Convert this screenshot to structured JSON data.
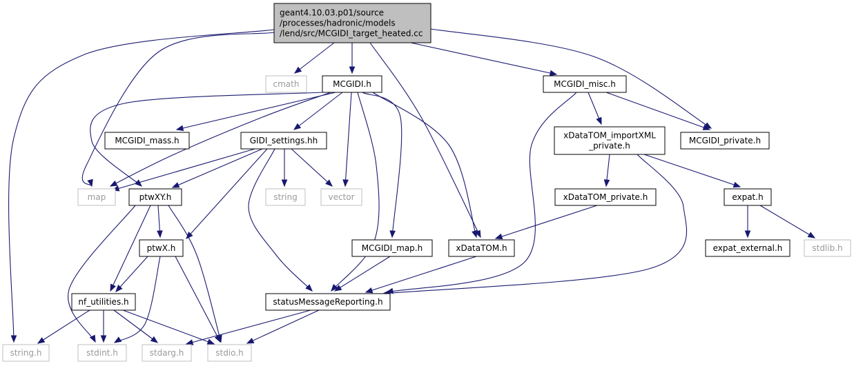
{
  "graph": {
    "edge_color": "#191970",
    "root_fill": "#bfbfbf",
    "external_border": "#bfbfbf",
    "nodes": [
      {
        "id": "root",
        "lines": [
          "geant4.10.03.p01/source",
          "/processes/hadronic/models",
          "/lend/src/MCGIDI_target_heated.cc"
        ],
        "kind": "root"
      },
      {
        "id": "cmath",
        "lines": [
          "cmath"
        ],
        "kind": "external"
      },
      {
        "id": "MCGIDI_h",
        "lines": [
          "MCGIDI.h"
        ],
        "kind": "file"
      },
      {
        "id": "MCGIDI_misc_h",
        "lines": [
          "MCGIDI_misc.h"
        ],
        "kind": "file"
      },
      {
        "id": "MCGIDI_mass_h",
        "lines": [
          "MCGIDI_mass.h"
        ],
        "kind": "file"
      },
      {
        "id": "GIDI_settings_hh",
        "lines": [
          "GIDI_settings.hh"
        ],
        "kind": "file"
      },
      {
        "id": "xDataTOM_importXML_private_h",
        "lines": [
          "xDataTOM_importXML",
          "_private.h"
        ],
        "kind": "file"
      },
      {
        "id": "MCGIDI_private_h",
        "lines": [
          "MCGIDI_private.h"
        ],
        "kind": "file"
      },
      {
        "id": "map",
        "lines": [
          "map"
        ],
        "kind": "external"
      },
      {
        "id": "ptwXY_h",
        "lines": [
          "ptwXY.h"
        ],
        "kind": "file"
      },
      {
        "id": "string",
        "lines": [
          "string"
        ],
        "kind": "external"
      },
      {
        "id": "vector",
        "lines": [
          "vector"
        ],
        "kind": "external"
      },
      {
        "id": "xDataTOM_private_h",
        "lines": [
          "xDataTOM_private.h"
        ],
        "kind": "file"
      },
      {
        "id": "expat_h",
        "lines": [
          "expat.h"
        ],
        "kind": "file"
      },
      {
        "id": "ptwX_h",
        "lines": [
          "ptwX.h"
        ],
        "kind": "file"
      },
      {
        "id": "MCGIDI_map_h",
        "lines": [
          "MCGIDI_map.h"
        ],
        "kind": "file"
      },
      {
        "id": "xDataTOM_h",
        "lines": [
          "xDataTOM.h"
        ],
        "kind": "file"
      },
      {
        "id": "expat_external_h",
        "lines": [
          "expat_external.h"
        ],
        "kind": "file"
      },
      {
        "id": "stdlib_h",
        "lines": [
          "stdlib.h"
        ],
        "kind": "external"
      },
      {
        "id": "nf_utilities_h",
        "lines": [
          "nf_utilities.h"
        ],
        "kind": "file"
      },
      {
        "id": "statusMessageReporting_h",
        "lines": [
          "statusMessageReporting.h"
        ],
        "kind": "file"
      },
      {
        "id": "string_h",
        "lines": [
          "string.h"
        ],
        "kind": "external"
      },
      {
        "id": "stdint_h",
        "lines": [
          "stdint.h"
        ],
        "kind": "external"
      },
      {
        "id": "stdarg_h",
        "lines": [
          "stdarg.h"
        ],
        "kind": "external"
      },
      {
        "id": "stdio_h",
        "lines": [
          "stdio.h"
        ],
        "kind": "external"
      }
    ],
    "edges": [
      [
        "root",
        "cmath"
      ],
      [
        "root",
        "MCGIDI_h"
      ],
      [
        "root",
        "MCGIDI_misc_h"
      ],
      [
        "root",
        "MCGIDI_private_h"
      ],
      [
        "root",
        "map"
      ],
      [
        "root",
        "xDataTOM_h"
      ],
      [
        "root",
        "string_h"
      ],
      [
        "MCGIDI_h",
        "MCGIDI_mass_h"
      ],
      [
        "MCGIDI_h",
        "GIDI_settings_hh"
      ],
      [
        "MCGIDI_h",
        "map"
      ],
      [
        "MCGIDI_h",
        "ptwXY_h"
      ],
      [
        "MCGIDI_h",
        "vector"
      ],
      [
        "MCGIDI_h",
        "MCGIDI_map_h"
      ],
      [
        "MCGIDI_h",
        "xDataTOM_h"
      ],
      [
        "MCGIDI_h",
        "statusMessageReporting_h"
      ],
      [
        "MCGIDI_misc_h",
        "xDataTOM_importXML_private_h"
      ],
      [
        "MCGIDI_misc_h",
        "MCGIDI_private_h"
      ],
      [
        "MCGIDI_misc_h",
        "statusMessageReporting_h"
      ],
      [
        "GIDI_settings_hh",
        "map"
      ],
      [
        "GIDI_settings_hh",
        "ptwXY_h"
      ],
      [
        "GIDI_settings_hh",
        "string"
      ],
      [
        "GIDI_settings_hh",
        "vector"
      ],
      [
        "GIDI_settings_hh",
        "ptwX_h"
      ],
      [
        "GIDI_settings_hh",
        "statusMessageReporting_h"
      ],
      [
        "xDataTOM_importXML_private_h",
        "xDataTOM_private_h"
      ],
      [
        "xDataTOM_importXML_private_h",
        "expat_h"
      ],
      [
        "xDataTOM_importXML_private_h",
        "statusMessageReporting_h"
      ],
      [
        "ptwXY_h",
        "ptwX_h"
      ],
      [
        "ptwXY_h",
        "nf_utilities_h"
      ],
      [
        "ptwXY_h",
        "stdint_h"
      ],
      [
        "ptwXY_h",
        "stdio_h"
      ],
      [
        "xDataTOM_private_h",
        "xDataTOM_h"
      ],
      [
        "expat_h",
        "expat_external_h"
      ],
      [
        "expat_h",
        "stdlib_h"
      ],
      [
        "ptwX_h",
        "nf_utilities_h"
      ],
      [
        "ptwX_h",
        "stdint_h"
      ],
      [
        "ptwX_h",
        "stdio_h"
      ],
      [
        "MCGIDI_map_h",
        "statusMessageReporting_h"
      ],
      [
        "xDataTOM_h",
        "statusMessageReporting_h"
      ],
      [
        "nf_utilities_h",
        "string_h"
      ],
      [
        "nf_utilities_h",
        "stdint_h"
      ],
      [
        "nf_utilities_h",
        "stdarg_h"
      ],
      [
        "nf_utilities_h",
        "stdio_h"
      ],
      [
        "statusMessageReporting_h",
        "stdarg_h"
      ],
      [
        "statusMessageReporting_h",
        "stdio_h"
      ]
    ]
  }
}
